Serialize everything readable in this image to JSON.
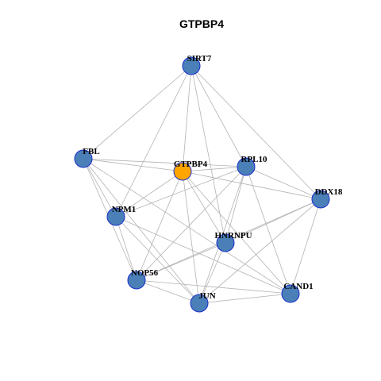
{
  "title": "GTPBP4",
  "colors": {
    "node_default": "#4a7fb8",
    "node_highlight": "#ffa500",
    "node_border": "#1a2ecc",
    "edge": "#b3b3b3"
  },
  "nodes": [
    {
      "id": "SIRT7"
    },
    {
      "id": "FBL"
    },
    {
      "id": "GTPBP4",
      "highlight": true
    },
    {
      "id": "RPL10"
    },
    {
      "id": "DDX18"
    },
    {
      "id": "NPM1"
    },
    {
      "id": "HNRNPU"
    },
    {
      "id": "NOP56"
    },
    {
      "id": "JUN"
    },
    {
      "id": "CAND1"
    }
  ],
  "edges": [
    [
      "SIRT7",
      "FBL"
    ],
    [
      "SIRT7",
      "GTPBP4"
    ],
    [
      "SIRT7",
      "RPL10"
    ],
    [
      "SIRT7",
      "DDX18"
    ],
    [
      "SIRT7",
      "NPM1"
    ],
    [
      "SIRT7",
      "HNRNPU"
    ],
    [
      "FBL",
      "GTPBP4"
    ],
    [
      "FBL",
      "RPL10"
    ],
    [
      "FBL",
      "NPM1"
    ],
    [
      "FBL",
      "NOP56"
    ],
    [
      "FBL",
      "JUN"
    ],
    [
      "FBL",
      "CAND1"
    ],
    [
      "GTPBP4",
      "RPL10"
    ],
    [
      "GTPBP4",
      "DDX18"
    ],
    [
      "GTPBP4",
      "NPM1"
    ],
    [
      "GTPBP4",
      "HNRNPU"
    ],
    [
      "GTPBP4",
      "NOP56"
    ],
    [
      "GTPBP4",
      "JUN"
    ],
    [
      "GTPBP4",
      "CAND1"
    ],
    [
      "RPL10",
      "DDX18"
    ],
    [
      "RPL10",
      "NPM1"
    ],
    [
      "RPL10",
      "HNRNPU"
    ],
    [
      "RPL10",
      "NOP56"
    ],
    [
      "RPL10",
      "JUN"
    ],
    [
      "RPL10",
      "CAND1"
    ],
    [
      "DDX18",
      "HNRNPU"
    ],
    [
      "DDX18",
      "NOP56"
    ],
    [
      "DDX18",
      "JUN"
    ],
    [
      "DDX18",
      "CAND1"
    ],
    [
      "NPM1",
      "NOP56"
    ],
    [
      "NPM1",
      "JUN"
    ],
    [
      "NPM1",
      "CAND1"
    ],
    [
      "HNRNPU",
      "NOP56"
    ],
    [
      "HNRNPU",
      "JUN"
    ],
    [
      "NOP56",
      "JUN"
    ],
    [
      "NOP56",
      "CAND1"
    ],
    [
      "JUN",
      "CAND1"
    ]
  ]
}
